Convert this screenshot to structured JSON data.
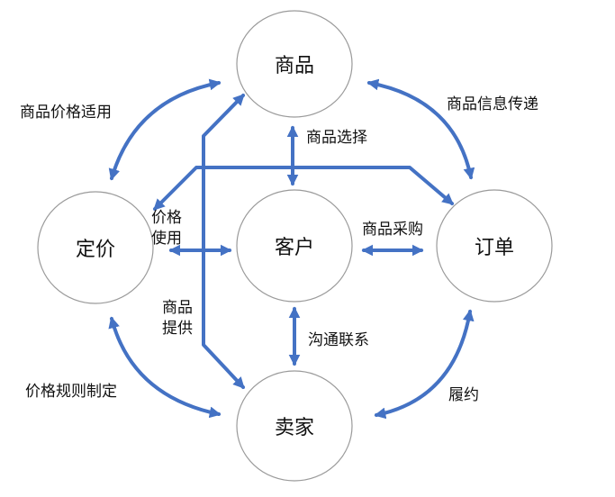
{
  "nodes": {
    "product": "商品",
    "pricing": "定价",
    "customer": "客户",
    "order": "订单",
    "seller": "卖家"
  },
  "edges": {
    "price_apply": "商品价格适用",
    "info_transfer": "商品信息传递",
    "product_select": "商品选择",
    "price_use_1": "价格",
    "price_use_2": "使用",
    "purchase": "商品采购",
    "provide_1": "商品",
    "provide_2": "提供",
    "communication": "沟通联系",
    "price_rule": "价格规则制定",
    "fulfillment": "履约"
  },
  "colors": {
    "edge": "#4472c4",
    "node_border": "#9a9a9a"
  }
}
